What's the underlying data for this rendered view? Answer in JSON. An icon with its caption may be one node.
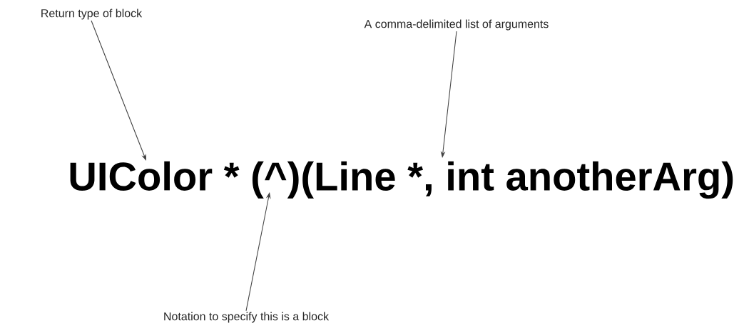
{
  "diagram": {
    "nodes": [
      {
        "text": [
          "Return type of block"
        ]
      },
      {
        "text": [
          "A comma-delimited list of arguments"
        ]
      },
      {
        "text": [
          "Notation to specify this is a block"
        ]
      },
      {
        "text": [
          "UIColor * (^)(Line *, int anotherArg)"
        ]
      }
    ],
    "edges": [
      {
        "from": 0,
        "to": 3,
        "arrow": "to"
      },
      {
        "from": 1,
        "to": 3,
        "arrow": "to"
      },
      {
        "from": 2,
        "to": 3,
        "arrow": "to"
      }
    ]
  }
}
